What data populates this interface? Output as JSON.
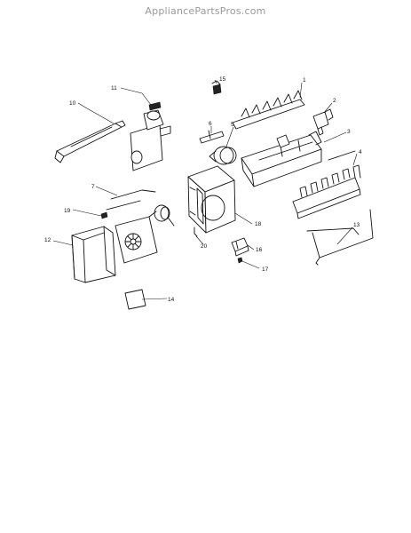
{
  "watermark": "AppliancePartsPros.com",
  "labels": {
    "p1": "1",
    "p2": "2",
    "p3": "3",
    "p4": "4",
    "p5": "5",
    "p6": "6",
    "p7": "7",
    "p10": "10",
    "p11": "11",
    "p12": "12",
    "p13": "13",
    "p14": "14",
    "p15": "15",
    "p16": "16",
    "p17": "17",
    "p18": "18",
    "p19": "19",
    "p20": "20"
  }
}
